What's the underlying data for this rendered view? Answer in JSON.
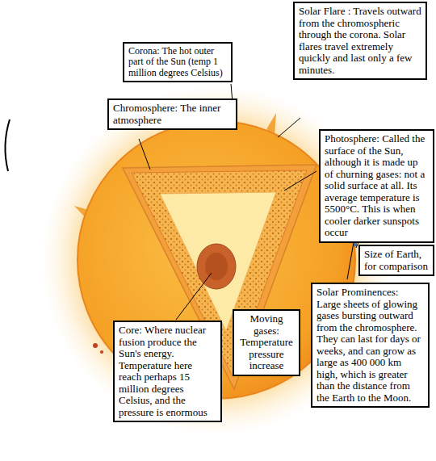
{
  "diagram": {
    "nodes": [
      {
        "text": [
          "Corona: The hot outer part of the Sun (temp 1 million degrees Celsius)"
        ]
      },
      {
        "text": [
          "Solar Flare : Travels outward from the chromospheric through the corona. Solar flares travel extremely quickly and last only a few minutes."
        ]
      },
      {
        "text": [
          "Chromosphere: The inner atmosphere"
        ]
      },
      {
        "text": [
          "Photosphere: Called the surface of the Sun, although it is made up of churning gases: not a solid surface at all. Its average temperature is 5500°C. This is when cooler darker sunspots occur"
        ]
      },
      {
        "text": [
          "Size of Earth, for comparison"
        ]
      },
      {
        "text": [
          "Solar Prominences: Large sheets of glowing gases bursting outward from the chromosphere. They can last for days or weeks, and can grow as large as 400 000 km high, which is greater than the distance from the Earth to the Moon."
        ]
      },
      {
        "text": [
          "Core: Where nuclear fusion produce the Sun's energy. Temperature here reach perhaps 15 million degrees Celsius, and the pressure is enormous"
        ]
      },
      {
        "text": [
          "Moving gases: Temperature pressure increase"
        ]
      }
    ]
  }
}
